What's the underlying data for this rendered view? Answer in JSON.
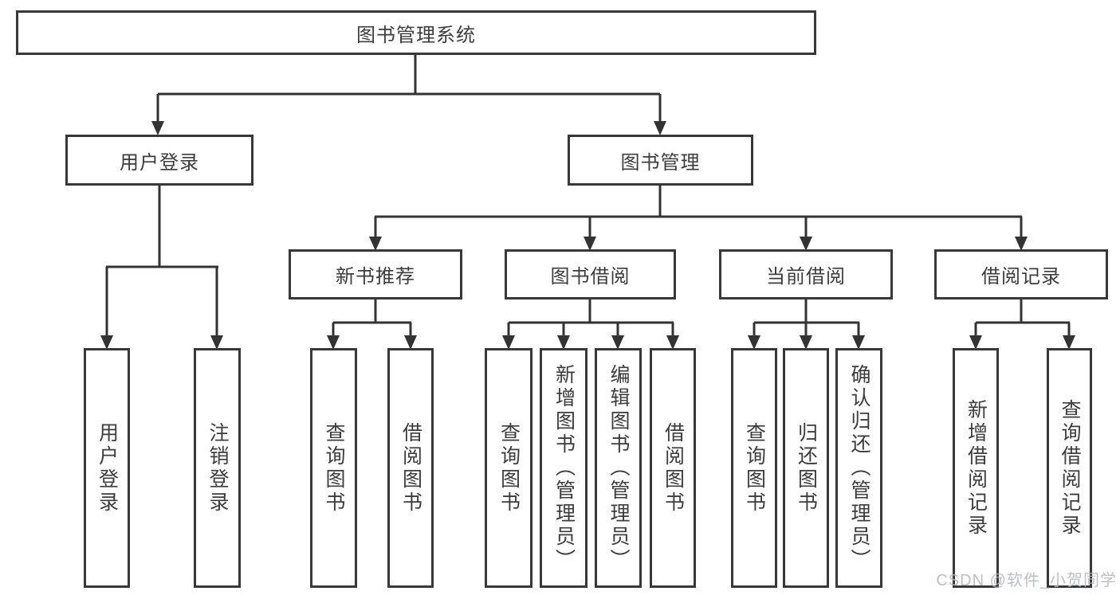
{
  "diagram": {
    "root_label": "图书管理系统",
    "user_login": {
      "label": "用户登录",
      "children": [
        {
          "label": "用户登录"
        },
        {
          "label": "注销登录"
        }
      ]
    },
    "book_management": {
      "label": "图书管理",
      "sections": [
        {
          "label": "新书推荐",
          "children": [
            {
              "label": "查询图书"
            },
            {
              "label": "借阅图书"
            }
          ]
        },
        {
          "label": "图书借阅",
          "children": [
            {
              "label": "查询图书"
            },
            {
              "label": "新增图书（管理员）"
            },
            {
              "label": "编辑图书（管理员）"
            },
            {
              "label": "借阅图书"
            }
          ]
        },
        {
          "label": "当前借阅",
          "children": [
            {
              "label": "查询图书"
            },
            {
              "label": "归还图书"
            },
            {
              "label": "确认归还（管理员）"
            }
          ]
        },
        {
          "label": "借阅记录",
          "children": [
            {
              "label": "新增借阅记录"
            },
            {
              "label": "查询借阅记录"
            }
          ]
        }
      ]
    },
    "watermark": "CSDN @软件_小贺同学"
  }
}
